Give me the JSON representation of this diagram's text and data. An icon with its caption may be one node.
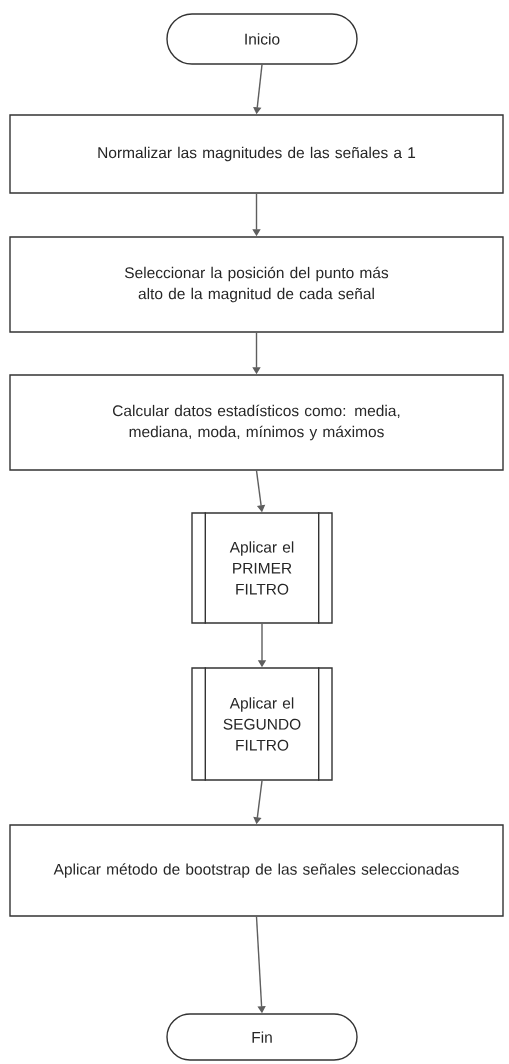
{
  "diagram": {
    "nodes": [
      {
        "text": [
          "Inicio"
        ]
      },
      {
        "text": [
          "Normalizar las magnitudes de las señales a 1"
        ]
      },
      {
        "text": [
          "Seleccionar la posición del punto más alto de la magnitud de cada señal"
        ]
      },
      {
        "text": [
          "Calcular datos estadísticos como: media, mediana, moda, mínimos y máximos"
        ]
      },
      {
        "text": [
          "Aplicar el PRIMER FILTRO"
        ]
      },
      {
        "text": [
          "Aplicar el SEGUNDO FILTRO"
        ]
      },
      {
        "text": [
          "Aplicar método de bootstrap de las señales seleccionadas"
        ]
      },
      {
        "text": [
          "Fin"
        ]
      }
    ],
    "edges": [
      {
        "from": 0,
        "to": 1,
        "arrow": "to"
      },
      {
        "from": 1,
        "to": 2,
        "arrow": "to"
      },
      {
        "from": 2,
        "to": 3,
        "arrow": "to"
      },
      {
        "from": 3,
        "to": 4,
        "arrow": "to"
      },
      {
        "from": 4,
        "to": 5,
        "arrow": "to"
      },
      {
        "from": 5,
        "to": 6,
        "arrow": "to"
      },
      {
        "from": 6,
        "to": 7,
        "arrow": "to"
      }
    ]
  }
}
